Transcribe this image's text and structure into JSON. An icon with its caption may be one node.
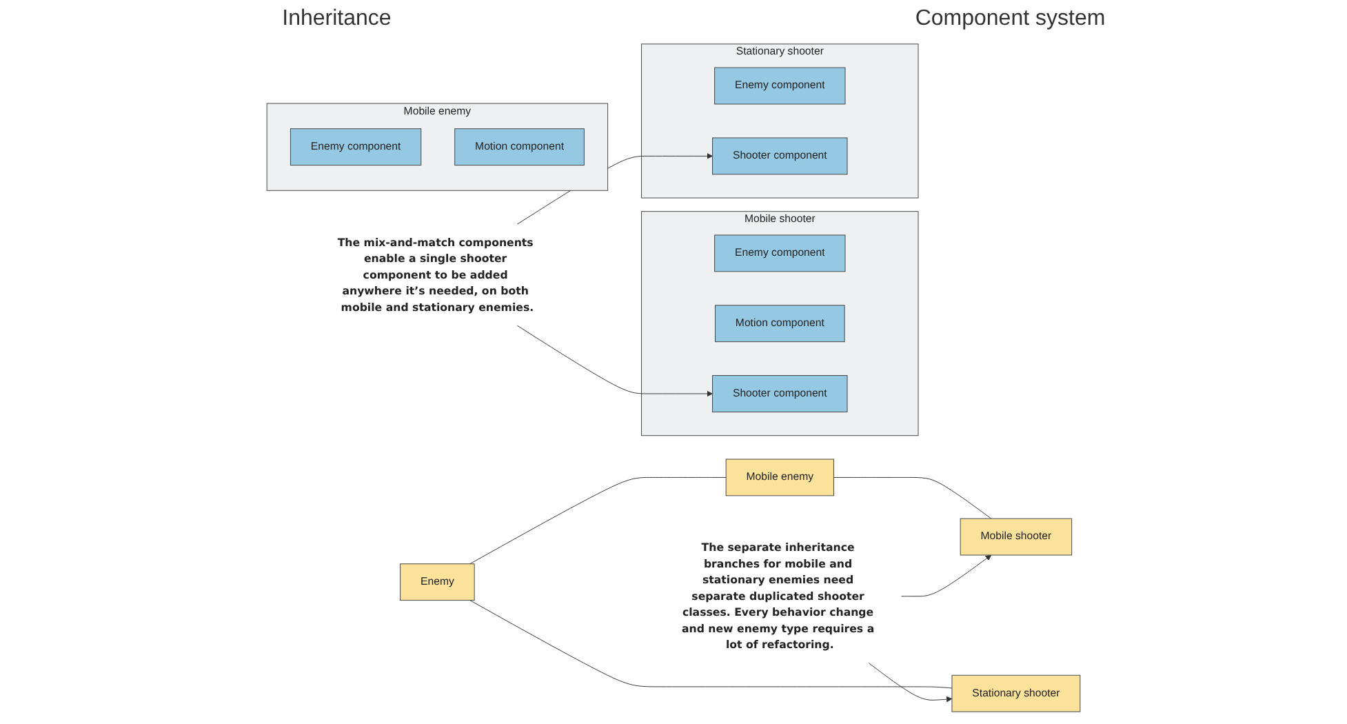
{
  "diagram": {
    "nodes": [
      {
        "text": [
          "Enemy"
        ]
      },
      {
        "text": [
          "Mobile enemy"
        ]
      },
      {
        "text": [
          "Mobile shooter"
        ]
      },
      {
        "text": [
          "Stationary shooter"
        ]
      },
      {
        "text": [
          "Mobile enemy"
        ]
      },
      {
        "text": [
          "Enemy component"
        ],
        "in": 4
      },
      {
        "text": [
          "Motion component"
        ],
        "in": 4
      },
      {
        "text": [
          "Mobile shooter"
        ]
      },
      {
        "text": [
          "Enemy component"
        ],
        "in": 7
      },
      {
        "text": [
          "Motion component"
        ],
        "in": 7
      },
      {
        "text": [
          "Shooter component"
        ],
        "in": 7
      },
      {
        "text": [
          "Stationary shooter"
        ]
      },
      {
        "text": [
          "Enemy component"
        ],
        "in": 11
      },
      {
        "text": [
          "Shooter component"
        ],
        "in": 11
      },
      {
        "text": [
          "The separate inheritance branches for mobile and stationary enemies need separate duplicated shooter classes. Every behavior change and new enemy type requires a lot of refactoring."
        ]
      },
      {
        "text": [
          "The mix-and-match components enable a single shooter component to be added anywhere it’s needed, on both mobile and stationary enemies."
        ]
      }
    ],
    "edges": [
      {
        "from": 0,
        "to": 1,
        "arrow": "none"
      },
      {
        "from": 1,
        "to": 2,
        "arrow": "none"
      },
      {
        "from": 0,
        "to": 3,
        "arrow": "none"
      },
      {
        "from": 14,
        "to": 3,
        "arrow": "to"
      },
      {
        "from": 14,
        "to": 2,
        "arrow": "to"
      },
      {
        "from": 15,
        "to": 10,
        "arrow": "to"
      },
      {
        "from": 15,
        "to": 13,
        "arrow": "to"
      }
    ],
    "labels": [
      "Inheritance",
      "Component system"
    ]
  }
}
